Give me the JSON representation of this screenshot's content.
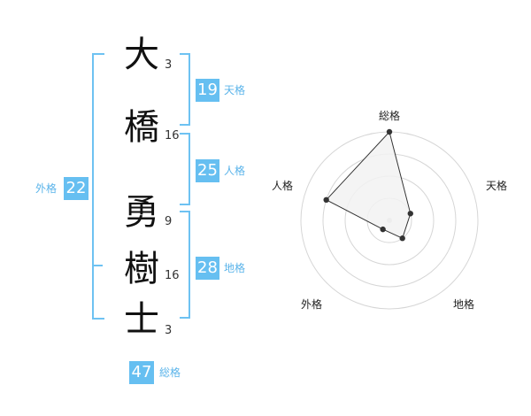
{
  "name": {
    "chars": [
      {
        "char": "大",
        "strokes": "3"
      },
      {
        "char": "橋",
        "strokes": "16"
      },
      {
        "char": "勇",
        "strokes": "9"
      },
      {
        "char": "樹",
        "strokes": "16"
      },
      {
        "char": "士",
        "strokes": "3"
      }
    ]
  },
  "kakusu": {
    "ten": {
      "value": "19",
      "label": "天格"
    },
    "jin": {
      "value": "25",
      "label": "人格"
    },
    "chi": {
      "value": "28",
      "label": "地格"
    },
    "gai": {
      "value": "22",
      "label": "外格"
    },
    "sou": {
      "value": "47",
      "label": "総格"
    }
  },
  "chart_data": {
    "type": "radar",
    "axes": [
      "総格",
      "天格",
      "地格",
      "外格",
      "人格"
    ],
    "values": [
      4,
      1,
      1,
      0.5,
      3
    ],
    "rmax": 4,
    "rings": 4
  },
  "colors": {
    "accent": "#66bff1",
    "bracket": "#6ec2f2",
    "fill": "#f2f2f2",
    "line": "#333333"
  }
}
